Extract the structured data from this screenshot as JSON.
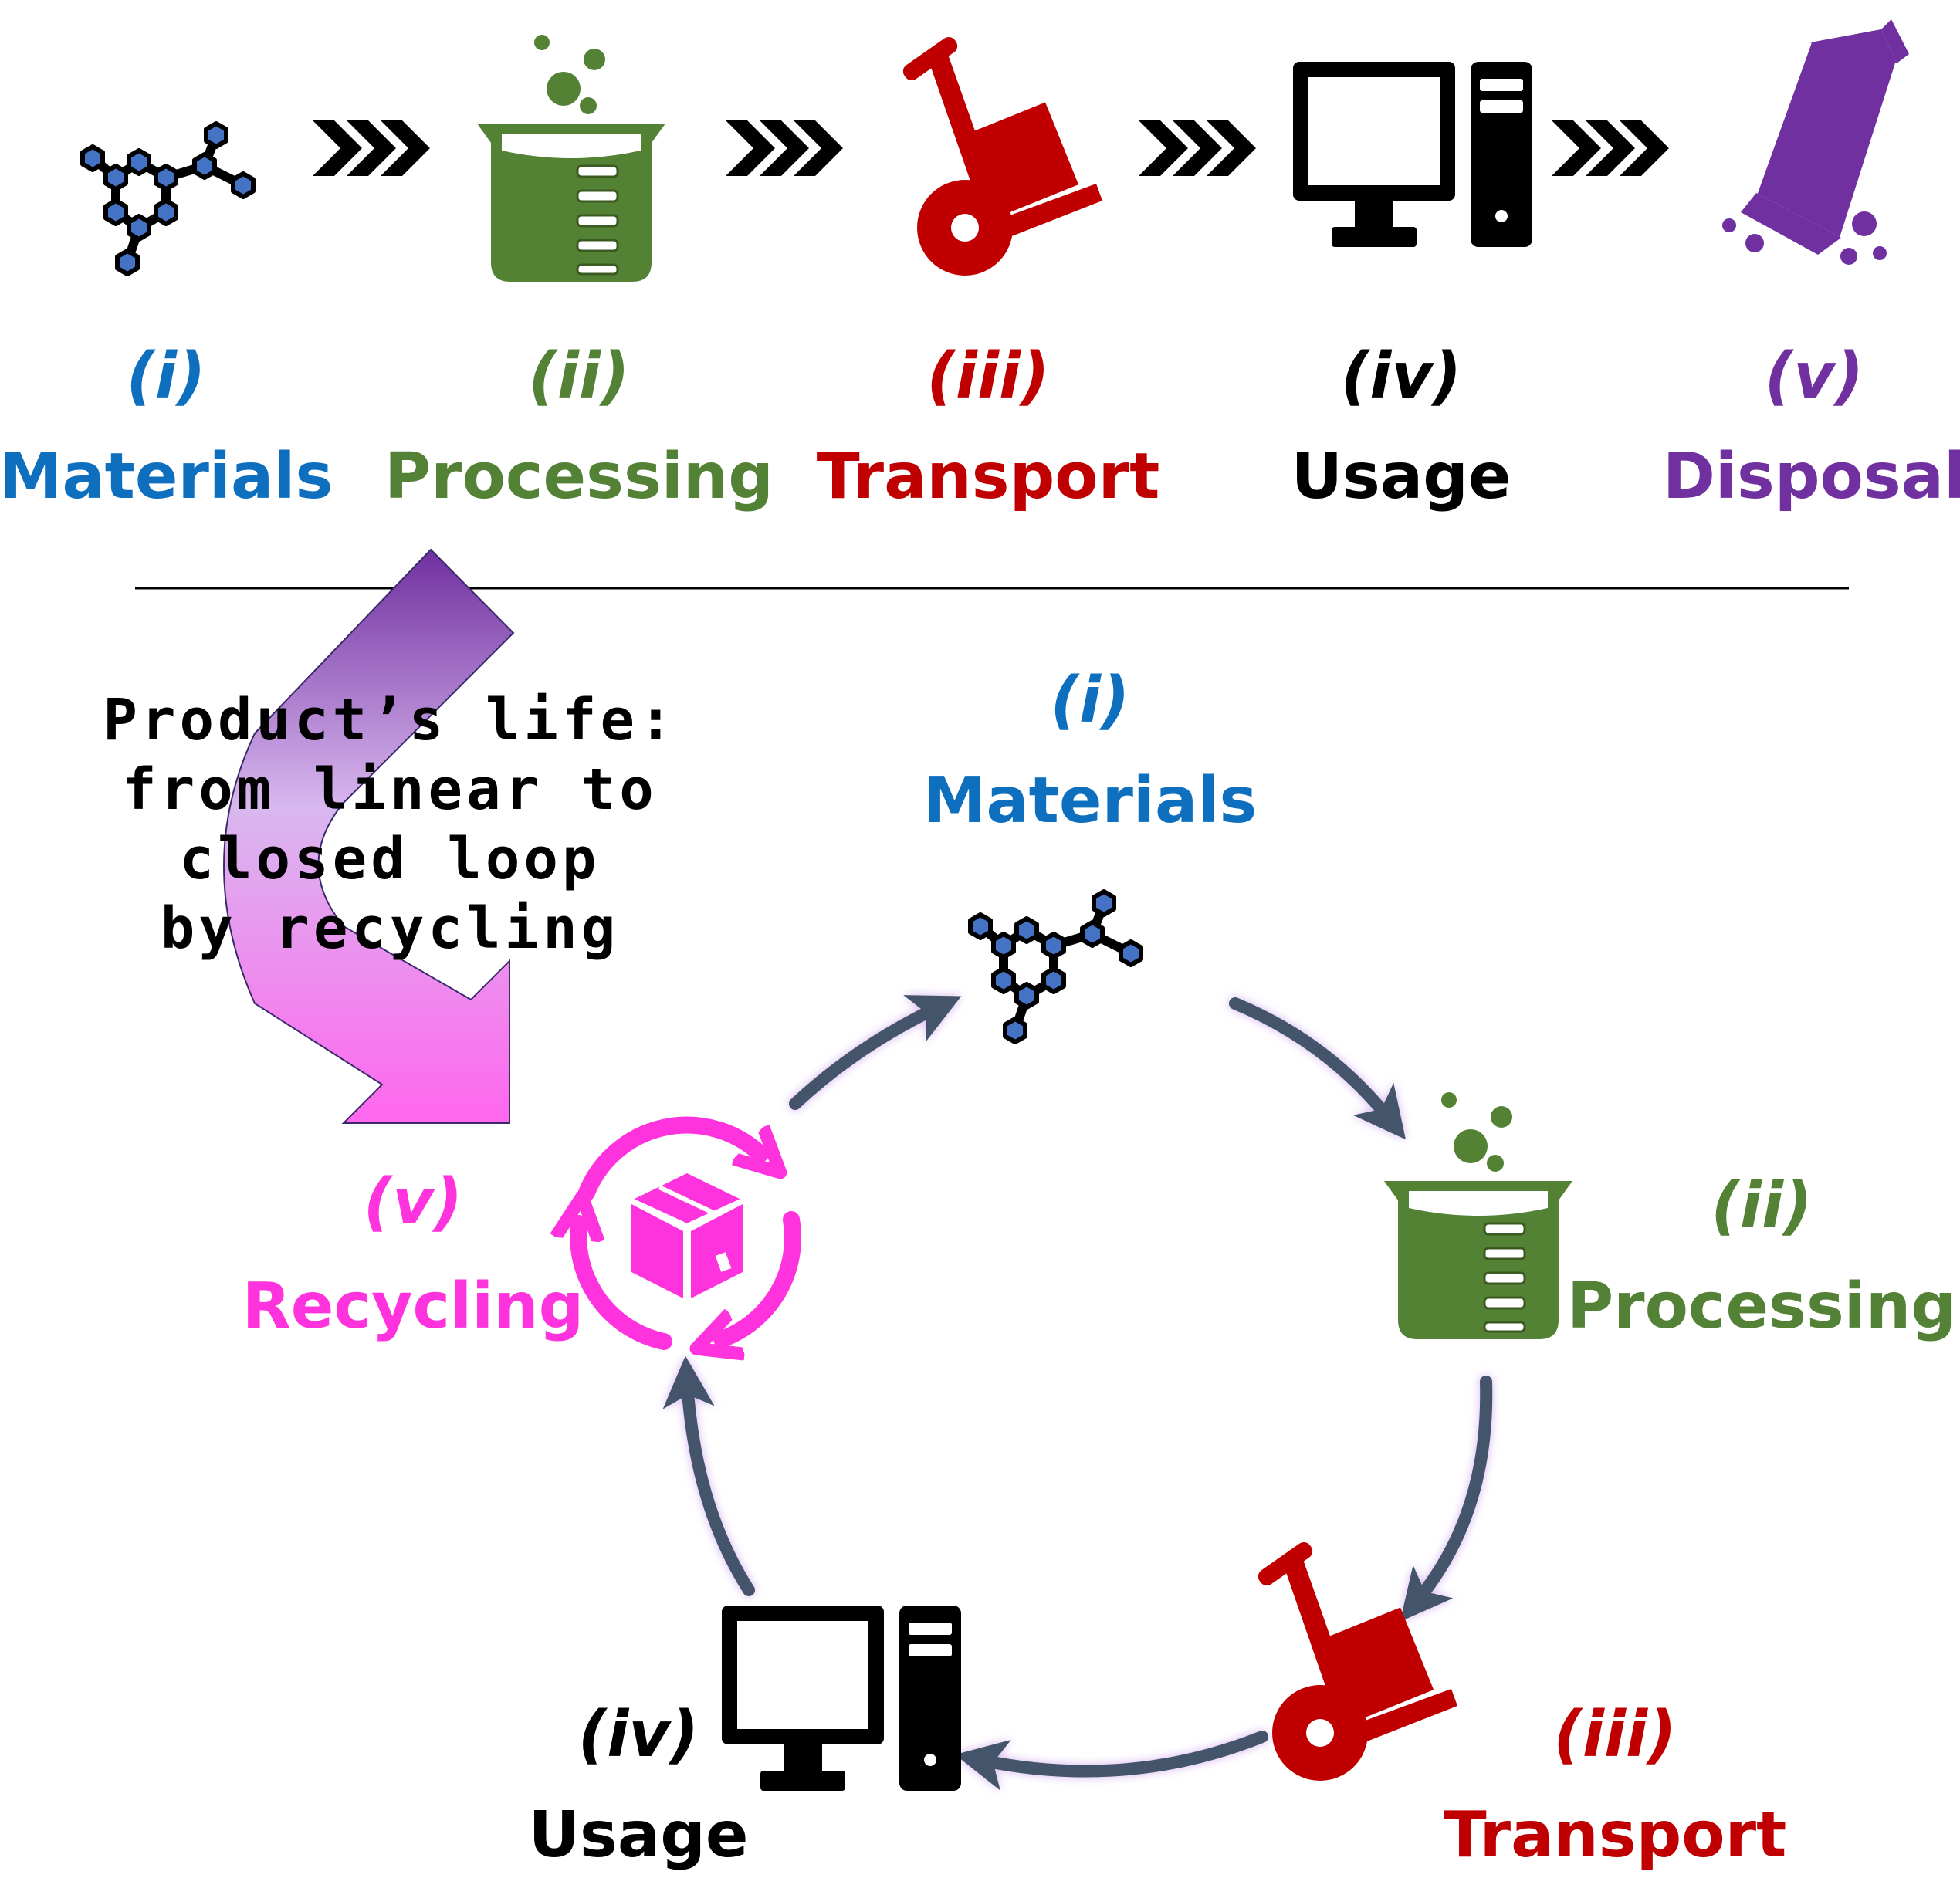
{
  "colors": {
    "materials": "#0e6fbf",
    "processing": "#538135",
    "transport": "#c00000",
    "usage": "#000000",
    "disposal": "#7030a0",
    "recycling": "#ff33dd",
    "cycle_arrow": "#44546a",
    "hex_fill": "#4472c4",
    "beaker": "#548235"
  },
  "linear": {
    "steps": [
      {
        "numeral": "(i)",
        "label": "Materials",
        "icon": "molecule-icon"
      },
      {
        "numeral": "(ii)",
        "label": "Processing",
        "icon": "beaker-icon"
      },
      {
        "numeral": "(iii)",
        "label": "Transport",
        "icon": "hand-truck-icon"
      },
      {
        "numeral": "(iv)",
        "label": "Usage",
        "icon": "computer-icon"
      },
      {
        "numeral": "(v)",
        "label": "Disposal",
        "icon": "coffin-icon"
      }
    ],
    "connector_icon": "triple-chevron-icon"
  },
  "callout": {
    "lines": [
      "Product’s life:",
      "from linear to",
      "closed loop",
      "by recycling"
    ],
    "icon": "curved-arrow-icon"
  },
  "cycle": {
    "steps": [
      {
        "numeral": "(i)",
        "label": "Materials",
        "icon": "molecule-icon"
      },
      {
        "numeral": "(ii)",
        "label": "Processing",
        "icon": "beaker-icon"
      },
      {
        "numeral": "(iii)",
        "label": "Transport",
        "icon": "hand-truck-icon"
      },
      {
        "numeral": "(iv)",
        "label": "Usage",
        "icon": "computer-icon"
      },
      {
        "numeral": "(v)",
        "label": "Recycling",
        "icon": "recycle-box-icon"
      }
    ]
  }
}
